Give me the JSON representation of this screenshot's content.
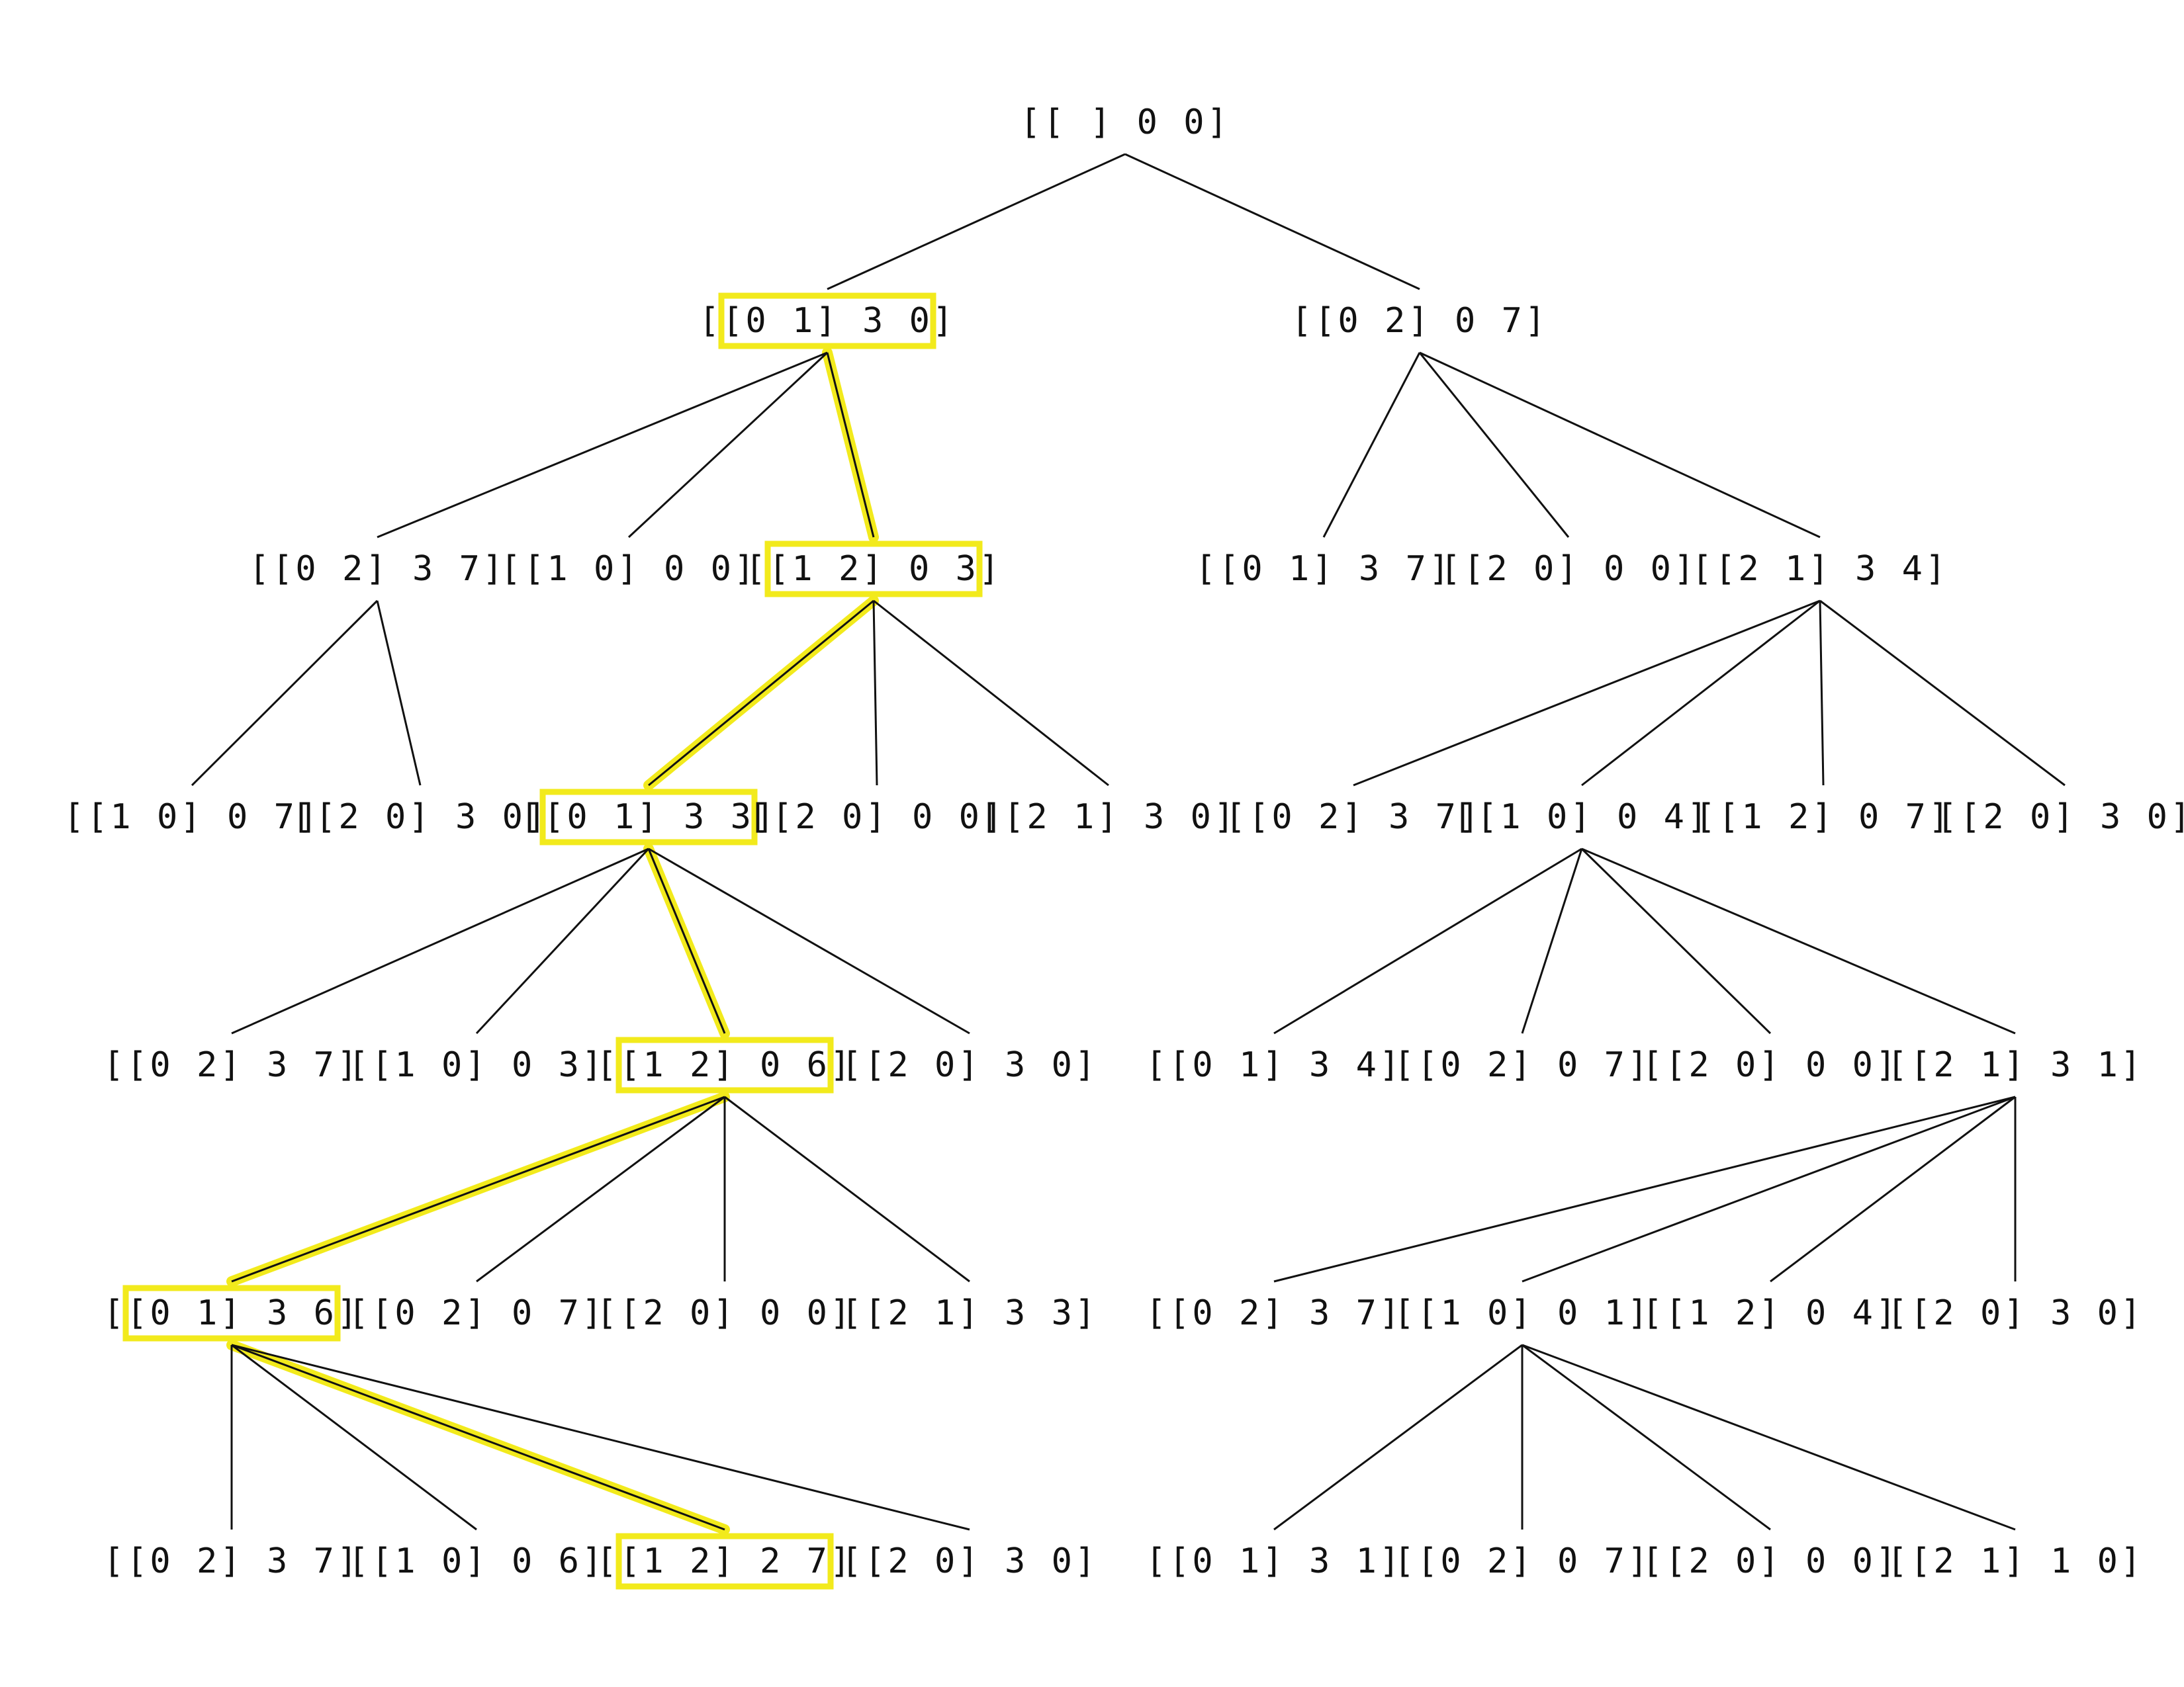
{
  "colors": {
    "highlight": "#f2ea1c",
    "ink": "#111111",
    "background": "#ffffff"
  },
  "tree": {
    "nodes": [
      {
        "id": "n0",
        "label": "[[ ] 0 0]",
        "level": 0,
        "highlighted": false
      },
      {
        "id": "n1",
        "label": "[[0 1] 3 0]",
        "level": 1,
        "highlighted": true,
        "parent": "n0"
      },
      {
        "id": "n2",
        "label": "[[0 2] 0 7]",
        "level": 1,
        "highlighted": false,
        "parent": "n0"
      },
      {
        "id": "n3",
        "label": "[[0 2] 3 7]",
        "level": 2,
        "highlighted": false,
        "parent": "n1"
      },
      {
        "id": "n4",
        "label": "[[1 0] 0 0]",
        "level": 2,
        "highlighted": false,
        "parent": "n1"
      },
      {
        "id": "n5",
        "label": "[[1 2] 0 3]",
        "level": 2,
        "highlighted": true,
        "parent": "n1"
      },
      {
        "id": "n6",
        "label": "[[0 1] 3 7]",
        "level": 2,
        "highlighted": false,
        "parent": "n2"
      },
      {
        "id": "n7",
        "label": "[[2 0] 0 0]",
        "level": 2,
        "highlighted": false,
        "parent": "n2"
      },
      {
        "id": "n8",
        "label": "[[2 1] 3 4]",
        "level": 2,
        "highlighted": false,
        "parent": "n2"
      },
      {
        "id": "n9",
        "label": "[[1 0] 0 7]",
        "level": 3,
        "highlighted": false,
        "parent": "n3"
      },
      {
        "id": "n10",
        "label": "[[2 0] 3 0]",
        "level": 3,
        "highlighted": false,
        "parent": "n3"
      },
      {
        "id": "n11",
        "label": "[[0 1] 3 3]",
        "level": 3,
        "highlighted": true,
        "parent": "n5"
      },
      {
        "id": "n12",
        "label": "[[2 0] 0 0]",
        "level": 3,
        "highlighted": false,
        "parent": "n5"
      },
      {
        "id": "n13",
        "label": "[[2 1] 3 0]",
        "level": 3,
        "highlighted": false,
        "parent": "n5"
      },
      {
        "id": "n14",
        "label": "[[0 2] 3 7]",
        "level": 3,
        "highlighted": false,
        "parent": "n8"
      },
      {
        "id": "n15",
        "label": "[[1 0] 0 4]",
        "level": 3,
        "highlighted": false,
        "parent": "n8"
      },
      {
        "id": "n16",
        "label": "[[1 2] 0 7]",
        "level": 3,
        "highlighted": false,
        "parent": "n8"
      },
      {
        "id": "n17",
        "label": "[[2 0] 3 0]",
        "level": 3,
        "highlighted": false,
        "parent": "n8"
      },
      {
        "id": "n18",
        "label": "[[0 2] 3 7]",
        "level": 4,
        "highlighted": false,
        "parent": "n11"
      },
      {
        "id": "n19",
        "label": "[[1 0] 0 3]",
        "level": 4,
        "highlighted": false,
        "parent": "n11"
      },
      {
        "id": "n20",
        "label": "[[1 2] 0 6]",
        "level": 4,
        "highlighted": true,
        "parent": "n11"
      },
      {
        "id": "n21",
        "label": "[[2 0] 3 0]",
        "level": 4,
        "highlighted": false,
        "parent": "n11"
      },
      {
        "id": "n22",
        "label": "[[0 1] 3 4]",
        "level": 4,
        "highlighted": false,
        "parent": "n15"
      },
      {
        "id": "n23",
        "label": "[[0 2] 0 7]",
        "level": 4,
        "highlighted": false,
        "parent": "n15"
      },
      {
        "id": "n24",
        "label": "[[2 0] 0 0]",
        "level": 4,
        "highlighted": false,
        "parent": "n15"
      },
      {
        "id": "n25",
        "label": "[[2 1] 3 1]",
        "level": 4,
        "highlighted": false,
        "parent": "n15"
      },
      {
        "id": "n26",
        "label": "[[0 1] 3 6]",
        "level": 5,
        "highlighted": true,
        "parent": "n20"
      },
      {
        "id": "n27",
        "label": "[[0 2] 0 7]",
        "level": 5,
        "highlighted": false,
        "parent": "n20"
      },
      {
        "id": "n28",
        "label": "[[2 0] 0 0]",
        "level": 5,
        "highlighted": false,
        "parent": "n20"
      },
      {
        "id": "n29",
        "label": "[[2 1] 3 3]",
        "level": 5,
        "highlighted": false,
        "parent": "n20"
      },
      {
        "id": "n30",
        "label": "[[0 2] 3 7]",
        "level": 5,
        "highlighted": false,
        "parent": "n25"
      },
      {
        "id": "n31",
        "label": "[[1 0] 0 1]",
        "level": 5,
        "highlighted": false,
        "parent": "n25"
      },
      {
        "id": "n32",
        "label": "[[1 2] 0 4]",
        "level": 5,
        "highlighted": false,
        "parent": "n25"
      },
      {
        "id": "n33",
        "label": "[[2 0] 3 0]",
        "level": 5,
        "highlighted": false,
        "parent": "n25"
      },
      {
        "id": "n34",
        "label": "[[0 2] 3 7]",
        "level": 6,
        "highlighted": false,
        "parent": "n26"
      },
      {
        "id": "n35",
        "label": "[[1 0] 0 6]",
        "level": 6,
        "highlighted": false,
        "parent": "n26"
      },
      {
        "id": "n36",
        "label": "[[1 2] 2 7]",
        "level": 6,
        "highlighted": true,
        "parent": "n26"
      },
      {
        "id": "n37",
        "label": "[[2 0] 3 0]",
        "level": 6,
        "highlighted": false,
        "parent": "n26"
      },
      {
        "id": "n38",
        "label": "[[0 1] 3 1]",
        "level": 6,
        "highlighted": false,
        "parent": "n31"
      },
      {
        "id": "n39",
        "label": "[[0 2] 0 7]",
        "level": 6,
        "highlighted": false,
        "parent": "n31"
      },
      {
        "id": "n40",
        "label": "[[2 0] 0 0]",
        "level": 6,
        "highlighted": false,
        "parent": "n31"
      },
      {
        "id": "n41",
        "label": "[[2 1] 1 0]",
        "level": 6,
        "highlighted": false,
        "parent": "n31"
      }
    ]
  }
}
